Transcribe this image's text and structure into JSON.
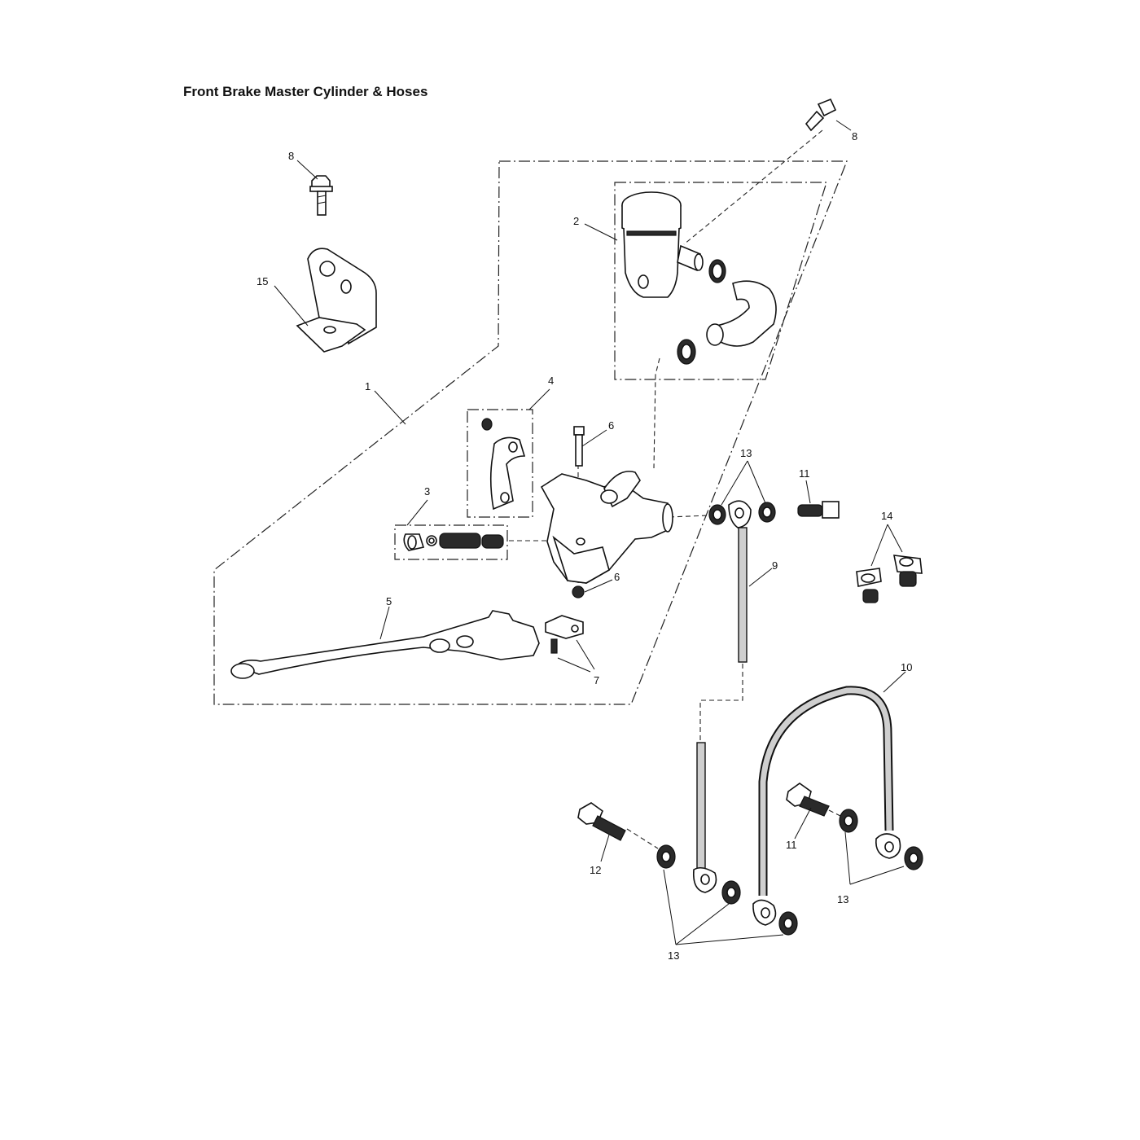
{
  "title": "Front Brake Master Cylinder & Hoses",
  "callouts": {
    "c1": "1",
    "c2": "2",
    "c3": "3",
    "c4": "4",
    "c5": "5",
    "c6a": "6",
    "c6b": "6",
    "c7": "7",
    "c8a": "8",
    "c8b": "8",
    "c9": "9",
    "c10": "10",
    "c11a": "11",
    "c11b": "11",
    "c12": "12",
    "c13a": "13",
    "c13b": "13",
    "c13c": "13",
    "c14": "14",
    "c15": "15"
  }
}
